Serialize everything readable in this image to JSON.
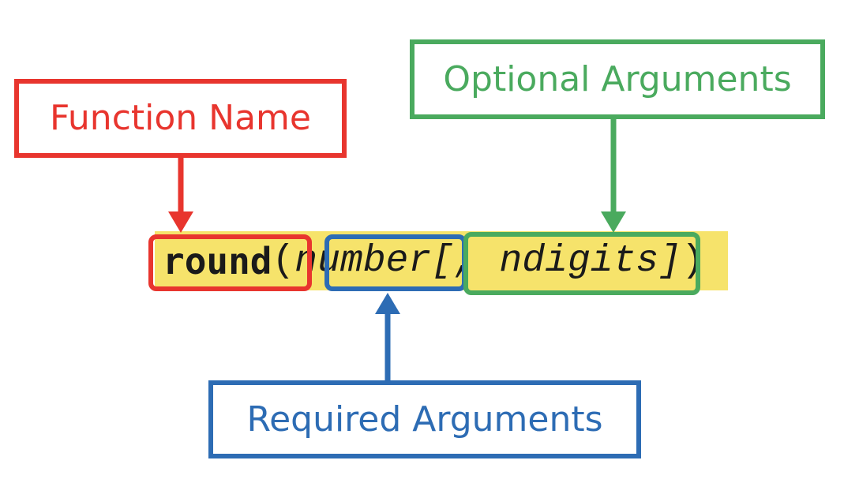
{
  "labels": {
    "function_name": "Function Name",
    "optional_arguments": "Optional Arguments",
    "required_arguments": "Required Arguments"
  },
  "code": {
    "function": "round",
    "open_paren": "(",
    "required_arg": "number",
    "optional_part": "[, ndigits]",
    "close_paren": ")"
  },
  "colors": {
    "function_name": "#e8352e",
    "optional_arguments": "#4aaa5e",
    "required_arguments": "#2d6cb4",
    "highlight": "#f6e36b"
  }
}
